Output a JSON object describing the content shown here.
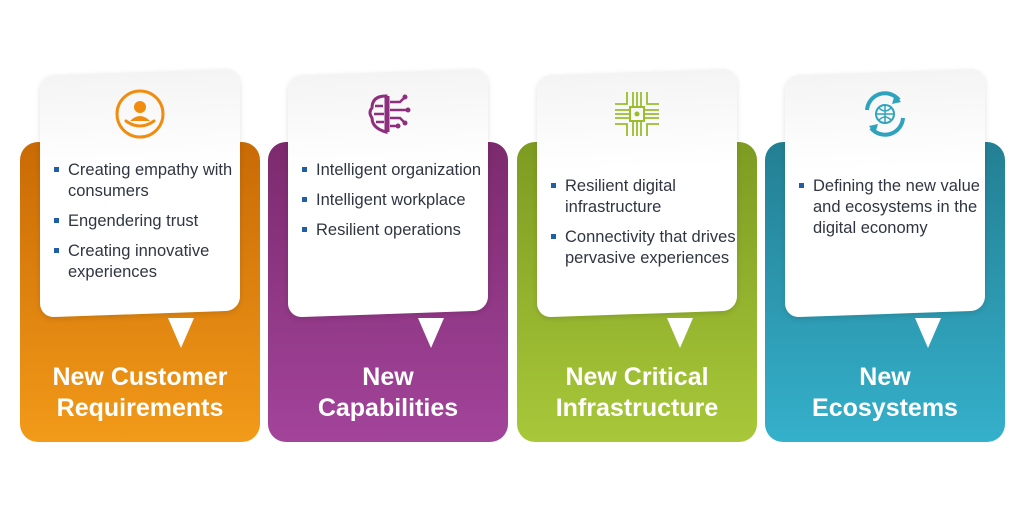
{
  "columns": [
    {
      "title_line1": "New Customer",
      "title_line2": "Requirements",
      "icon": "person-care-icon",
      "color_top": "#c96a05",
      "color_bottom": "#f29a19",
      "bullets": [
        "Creating empathy with consumers",
        "Engendering trust",
        "Creating innovative experiences"
      ]
    },
    {
      "title_line1": "New",
      "title_line2": "Capabilities",
      "icon": "brain-circuit-icon",
      "color_top": "#7c2a6e",
      "color_bottom": "#a3449b",
      "bullets": [
        "Intelligent organization",
        "Intelligent workplace",
        "Resilient operations"
      ]
    },
    {
      "title_line1": "New Critical",
      "title_line2": "Infrastructure",
      "icon": "chip-circuit-icon",
      "color_top": "#7d9b21",
      "color_bottom": "#a8c83a",
      "bullets": [
        "Resilient digital infrastructure",
        "Connectivity that drives pervasive experiences"
      ]
    },
    {
      "title_line1": "New",
      "title_line2": "Ecosystems",
      "icon": "globe-refresh-icon",
      "color_top": "#237f93",
      "color_bottom": "#35b0cb",
      "bullets": [
        "Defining the new value and ecosystems in the digital economy"
      ]
    }
  ]
}
